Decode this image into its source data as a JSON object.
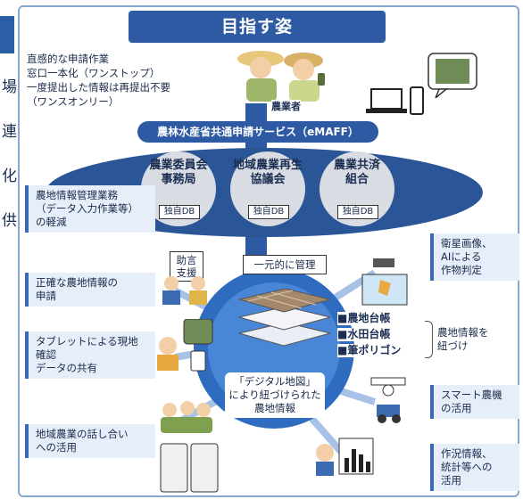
{
  "left_edge_chars": [
    "場",
    "連",
    "化",
    "供"
  ],
  "header": {
    "title": "目指す姿"
  },
  "top_goals": [
    "直感的な申請作業",
    "窓口一本化（ワンストップ）",
    "一度提出した情報は再提出不要",
    "（ワンスオンリー）"
  ],
  "farmer_label": "農業者",
  "emaff_label": "農林水産省共通申請サービス（eMAFF）",
  "orgs": [
    {
      "name": "農業委員会\n事務局",
      "db": "独自DB"
    },
    {
      "name": "地域農業再生\n協議会",
      "db": "独自DB"
    },
    {
      "name": "農業共済\n組合",
      "db": "独自DB"
    }
  ],
  "left_callouts": [
    "農地情報管理業務\n（データ入力作業等）\nの軽減",
    "正確な農地情報の\n申請",
    "タブレットによる現地\n確認\nデータの共有",
    "地域農業の話し合い\nへの活用"
  ],
  "right_callouts": [
    "衛星画像、\nAIによる\n作物判定",
    "農地情報を\n紐づけ",
    "スマート農機\nの活用",
    "作況情報、\n統計等への\n活用"
  ],
  "advice_label": "助言\n支援",
  "unified_label": "一元的に管理",
  "ledgers": [
    "農地台帳",
    "水田台帳",
    "筆ポリゴン"
  ],
  "center_label": "「デジタル地図」\nにより紐づけられた\n農地情報",
  "colors": {
    "navy": "#2d5aa3",
    "light_blue": "#e6eef9",
    "circle": "#3a73c4",
    "ellipse": "#2a5597"
  }
}
